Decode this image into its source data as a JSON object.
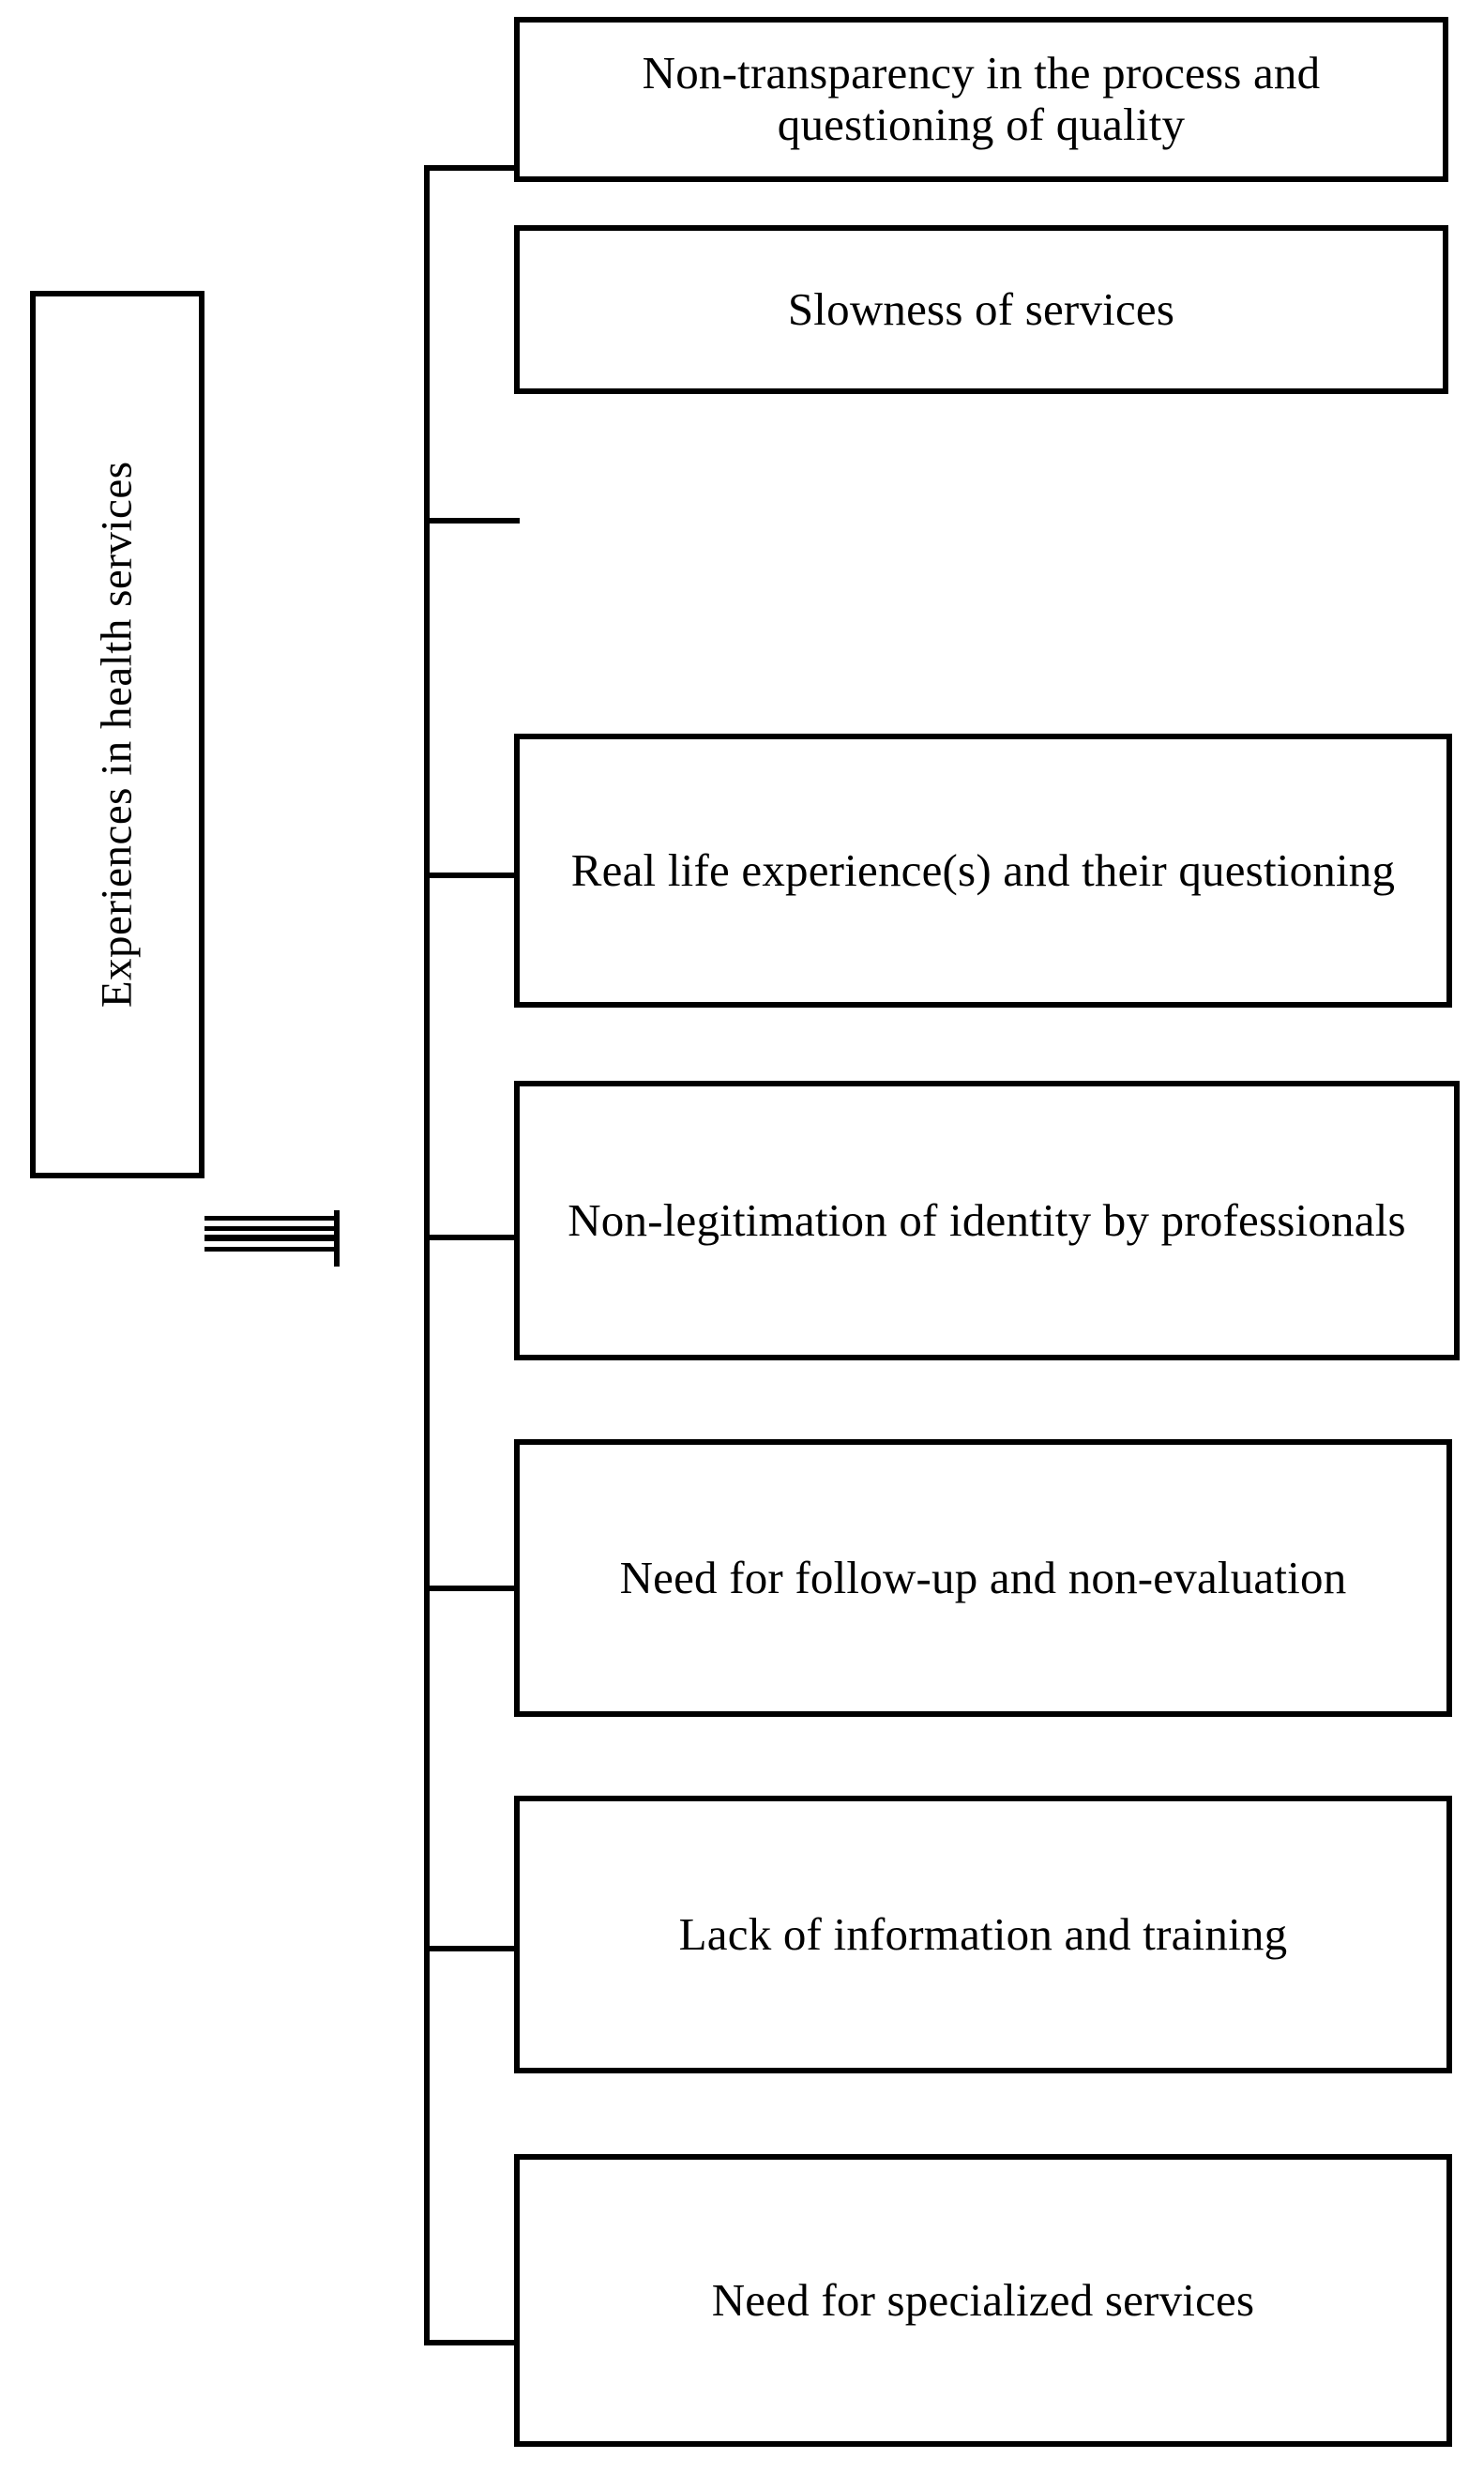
{
  "diagram": {
    "type": "tree",
    "title": "Experiences in health services",
    "orientation": "left-root-right-leaves",
    "root": {
      "label": "Experiences  in health services",
      "rotation_deg": -90
    },
    "branches": [
      {
        "id": "branch-1",
        "label": "Non-transparency in the process and questioning of quality"
      },
      {
        "id": "branch-2",
        "label": "Slowness of services"
      },
      {
        "id": "branch-3",
        "label": "Real life experience(s) and their questioning"
      },
      {
        "id": "branch-4",
        "label": "Non-legitimation of identity by professionals"
      },
      {
        "id": "branch-5",
        "label": "Need for follow-up and non-evaluation"
      },
      {
        "id": "branch-6",
        "label": "Lack  of information and training"
      },
      {
        "id": "branch-7",
        "label": "Need for specialized services"
      }
    ],
    "colors": {
      "stroke": "#000000",
      "fill": "#ffffff",
      "text": "#000000"
    }
  }
}
